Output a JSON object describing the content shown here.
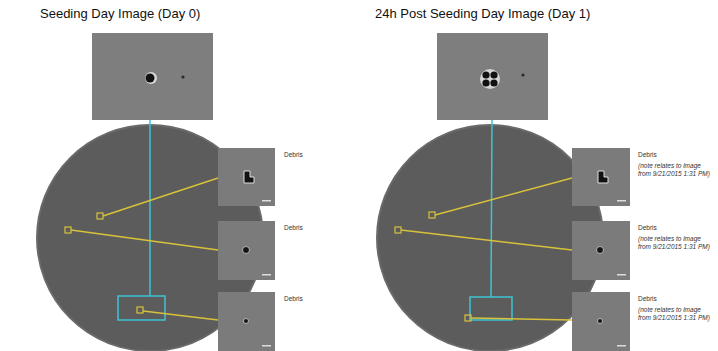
{
  "diagram": {
    "nodes": [
      {
        "text": [
          "Seeding Day Image (Day 0)"
        ]
      },
      {
        "text": [
          "Debris"
        ],
        "in": 0
      },
      {
        "text": [
          "Debris"
        ],
        "in": 0
      },
      {
        "text": [
          "Debris"
        ],
        "in": 0
      },
      {
        "text": [
          "24h Post Seeding Day Image (Day 1)"
        ]
      },
      {
        "text": [
          "Debris",
          "(note relates to image from 9/21/2015 1:31 PM)"
        ],
        "in": 4
      },
      {
        "text": [
          "Debris",
          "(note relates to image from 9/21/2015 1:31 PM)"
        ],
        "in": 4
      },
      {
        "text": [
          "Debris",
          "(note relates to image from 9/21/2015 1:31 PM)"
        ],
        "in": 4
      }
    ]
  }
}
